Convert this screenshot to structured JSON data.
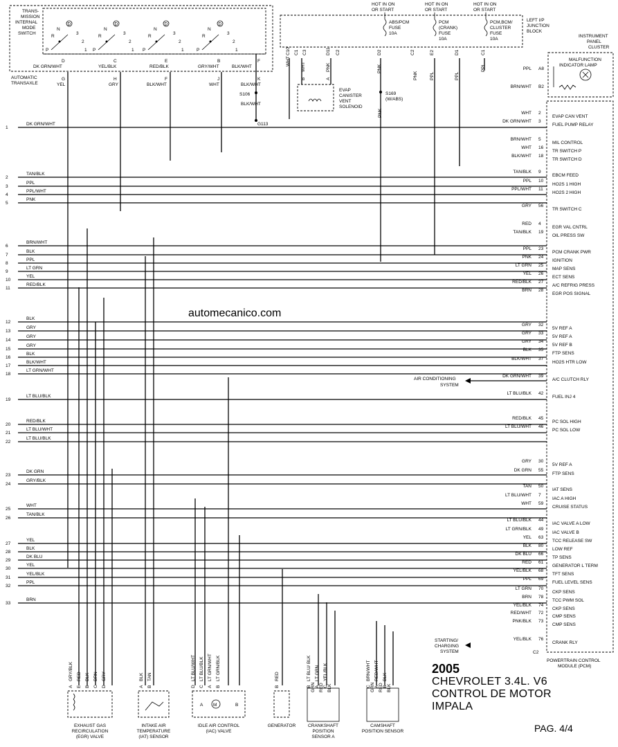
{
  "title": {
    "year": "2005",
    "line1": "CHEVROLET 3.4L. V6",
    "line2": "CONTROL DE MOTOR",
    "line3": "IMPALA"
  },
  "page": "PAG. 4/4",
  "watermark": "automecanico.com",
  "labels": {
    "trans_switch": [
      "TRANS-",
      "MISSION",
      "INTERNAL",
      "MODE",
      "SWITCH"
    ],
    "auto_transaxle": [
      "AUTOMATIC",
      "TRANSAXLE"
    ],
    "hot_run_start": [
      "HOT IN ON",
      "OR START"
    ],
    "fuse1": [
      "ABS/PCM",
      "FUSE",
      "10A"
    ],
    "fuse2": [
      "PCM",
      "(CRANK)",
      "FUSE",
      "10A"
    ],
    "fuse3": [
      "PCM,BCM/",
      "CLUSTER",
      "FUSE",
      "10A"
    ],
    "junction": [
      "LEFT I/P",
      "JUNCTION",
      "BLOCK"
    ],
    "cluster": [
      "INSTRUMENT",
      "PANEL",
      "CLUSTER"
    ],
    "mil": [
      "MALFUNCTION",
      "INDICATOR LAMP"
    ],
    "evap": [
      "EVAP",
      "CANISTER",
      "VENT",
      "SOLENOID"
    ],
    "s169": [
      "S169",
      "(W/ABS)"
    ],
    "s106": "S106",
    "g113": "G113",
    "pcm": [
      "POWERTRAIN CONTROL",
      "MODULE (PCM)"
    ],
    "ac_system": [
      "AIR CONDITIONING",
      "SYSTEM"
    ],
    "charging_system": [
      "STARTING/",
      "CHARGING",
      "SYSTEM"
    ],
    "c2": "C2",
    "mode_letters": {
      "d": "D",
      "n": "N",
      "r": "R",
      "p": "P",
      "n2": "2",
      "n1": "1",
      "n3": "3"
    }
  },
  "components": [
    {
      "name": "egr",
      "lines": [
        "EXHAUST GAS",
        "RECIRCULATION",
        "(EGR) VALVE"
      ]
    },
    {
      "name": "iat",
      "lines": [
        "INTAKE AIR",
        "TEMPERATURE",
        "(IAT) SENSOR"
      ]
    },
    {
      "name": "iac",
      "lines": [
        "IDLE AIR CONTROL",
        "(IAC) VALVE"
      ]
    },
    {
      "name": "generator",
      "lines": [
        "GENERATOR"
      ]
    },
    {
      "name": "ckp",
      "lines": [
        "CRANKSHAFT",
        "POSITION",
        "SENSOR A"
      ]
    },
    {
      "name": "cmp",
      "lines": [
        "CAMSHAFT",
        "POSITION SENSOR"
      ]
    }
  ],
  "switch_connector": [
    {
      "pin": "D",
      "wire": "DK GRN/WHT",
      "pin2": "G",
      "color2": "YEL"
    },
    {
      "pin": "C",
      "wire": "YEL/BLK",
      "pin2": "H",
      "color2": "GRY"
    },
    {
      "pin": "E",
      "wire": "RED/BLK",
      "pin2": "F",
      "color2": "BLK/WHT"
    },
    {
      "pin": "B",
      "wire": "GRY/WHT",
      "pin2": "J",
      "color2": "WHT"
    },
    {
      "pin": "F",
      "wire": "BLK/WHT",
      "pin2": "K",
      "color2": "BLK/WHT"
    }
  ],
  "s106_wire": "BLK/WHT",
  "top_wires": [
    {
      "conn": "C10",
      "color": "WHT"
    },
    {
      "conn": "C1",
      "pin": "B",
      "color": "WHT"
    },
    {
      "conn": "C3",
      "color": ""
    },
    {
      "conn": "D11",
      "pin": "A",
      "color": "PNK"
    },
    {
      "conn": "C2",
      "color": ""
    },
    {
      "conn": "D2",
      "color": "PNK"
    },
    {
      "conn": "C2",
      "color": "PNK"
    },
    {
      "conn": "E2",
      "color": "PPL"
    },
    {
      "conn": "D1",
      "color": "PPL"
    },
    {
      "conn": "C1",
      "color": "PPL"
    }
  ],
  "pnk_s169": "PNK",
  "pcm_pins": [
    {
      "color": "PPL",
      "pin": "A8",
      "func": ""
    },
    {
      "color": "BRN/WHT",
      "pin": "B2",
      "func": ""
    },
    {
      "color": "WHT",
      "pin": "2",
      "func": "EVAP CAN VENT"
    },
    {
      "color": "DK GRN/WHT",
      "pin": "3",
      "func": "FUEL PUMP RELAY"
    },
    {
      "color": "BRN/WHT",
      "pin": "5",
      "func": "MIL CONTROL"
    },
    {
      "color": "WHT",
      "pin": "16",
      "func": "TR SWITCH P"
    },
    {
      "color": "BLK/WHT",
      "pin": "18",
      "func": "TR SWITCH D"
    },
    {
      "color": "TAN/BLK",
      "pin": "9",
      "func": "EBCM FEED"
    },
    {
      "color": "PPL",
      "pin": "10",
      "func": "HO2S 1 HIGH"
    },
    {
      "color": "PPL/WHT",
      "pin": "11",
      "func": "HO2S 2 HIGH"
    },
    {
      "color": "GRY",
      "pin": "56",
      "func": "TR SWITCH C"
    },
    {
      "color": "RED",
      "pin": "4",
      "func": "EGR VAL CNTRL"
    },
    {
      "color": "TAN/BLK",
      "pin": "19",
      "func": "OIL PRESS SW"
    },
    {
      "color": "PPL",
      "pin": "23",
      "func": "PCM CRANK PWR"
    },
    {
      "color": "PNK",
      "pin": "24",
      "func": "IGNITION"
    },
    {
      "color": "LT GRN",
      "pin": "25",
      "func": "MAP SENS"
    },
    {
      "color": "YEL",
      "pin": "26",
      "func": "ECT SENS"
    },
    {
      "color": "RED/BLK",
      "pin": "27",
      "func": "A/C REFRIG PRESS"
    },
    {
      "color": "BRN",
      "pin": "28",
      "func": "EGR POS SIGNAL"
    },
    {
      "color": "GRY",
      "pin": "32",
      "func": "5V REF A"
    },
    {
      "color": "GRY",
      "pin": "33",
      "func": "5V REF A"
    },
    {
      "color": "GRY",
      "pin": "34",
      "func": "5V REF B"
    },
    {
      "color": "BLK",
      "pin": "35",
      "func": "FTP SENS"
    },
    {
      "color": "BLK/WHT",
      "pin": "37",
      "func": "HO2S HTR LOW"
    },
    {
      "color": "DK GRN/WHT",
      "pin": "39",
      "func": "A/C CLUTCH RLY"
    },
    {
      "color": "LT BLU/BLK",
      "pin": "42",
      "func": "FUEL INJ 4"
    },
    {
      "color": "RED/BLK",
      "pin": "45",
      "func": "PC SOL HIGH"
    },
    {
      "color": "LT BLU/WHT",
      "pin": "46",
      "func": "PC SOL LOW"
    },
    {
      "color": "GRY",
      "pin": "30",
      "func": "5V REF A"
    },
    {
      "color": "DK GRN",
      "pin": "55",
      "func": "FTP SENS"
    },
    {
      "color": "TAN",
      "pin": "50",
      "func": "IAT SENS"
    },
    {
      "color": "LT BLU/WHT",
      "pin": "7",
      "func": "IAC A HIGH"
    },
    {
      "color": "WHT",
      "pin": "59",
      "func": "CRUISE STATUS"
    },
    {
      "color": "LT BLU/BLK",
      "pin": "44",
      "func": "IAC VALVE A LOW"
    },
    {
      "color": "LT GRN/BLK",
      "pin": "49",
      "func": "IAC VALVE B"
    },
    {
      "color": "YEL",
      "pin": "63",
      "func": "TCC RELEASE SW"
    },
    {
      "color": "BLK",
      "pin": "80",
      "func": "LOW REF"
    },
    {
      "color": "DK BLU",
      "pin": "66",
      "func": "TP SENS"
    },
    {
      "color": "RED",
      "pin": "61",
      "func": "GENERATOR L TERM"
    },
    {
      "color": "YEL/BLK",
      "pin": "68",
      "func": "TFT SENS"
    },
    {
      "color": "PPL",
      "pin": "69",
      "func": "FUEL LEVEL SENS"
    },
    {
      "color": "LT GRN",
      "pin": "70",
      "func": "CKP SENS"
    },
    {
      "color": "BRN",
      "pin": "78",
      "func": "TCC PWM SOL"
    },
    {
      "color": "YEL/BLK",
      "pin": "74",
      "func": "CKP SENS"
    },
    {
      "color": "RED/WHT",
      "pin": "72",
      "func": "CMP SENS"
    },
    {
      "color": "PNK/BLK",
      "pin": "73",
      "func": "CMP SENS"
    },
    {
      "color": "YEL/BLK",
      "pin": "76",
      "func": "CRANK RLY"
    }
  ],
  "left_wires": [
    {
      "n": "1",
      "color": "DK GRN/WHT"
    },
    {
      "n": "2",
      "color": "TAN/BLK"
    },
    {
      "n": "3",
      "color": "PPL"
    },
    {
      "n": "4",
      "color": "PPL/WHT"
    },
    {
      "n": "5",
      "color": "PNK"
    },
    {
      "n": "6",
      "color": "BRN/WHT"
    },
    {
      "n": "7",
      "color": "BLK"
    },
    {
      "n": "8",
      "color": "PPL"
    },
    {
      "n": "9",
      "color": "LT GRN"
    },
    {
      "n": "10",
      "color": "YEL"
    },
    {
      "n": "11",
      "color": "RED/BLK"
    },
    {
      "n": "12",
      "color": "BLK"
    },
    {
      "n": "13",
      "color": "GRY"
    },
    {
      "n": "14",
      "color": "GRY"
    },
    {
      "n": "15",
      "color": "GRY"
    },
    {
      "n": "16",
      "color": "BLK"
    },
    {
      "n": "17",
      "color": "BLK/WHT"
    },
    {
      "n": "18",
      "color": "LT GRN/WHT"
    },
    {
      "n": "19",
      "color": "LT BLU/BLK"
    },
    {
      "n": "20",
      "color": "RED/BLK"
    },
    {
      "n": "21",
      "color": "LT BLU/WHT"
    },
    {
      "n": "22",
      "color": "LT BLU/BLK"
    },
    {
      "n": "23",
      "color": "DK GRN"
    },
    {
      "n": "24",
      "color": "GRY/BLK"
    },
    {
      "n": "25",
      "color": "WHT"
    },
    {
      "n": "26",
      "color": "TAN/BLK"
    },
    {
      "n": "27",
      "color": "YEL"
    },
    {
      "n": "28",
      "color": "BLK"
    },
    {
      "n": "29",
      "color": "DK BLU"
    },
    {
      "n": "30",
      "color": "YEL"
    },
    {
      "n": "31",
      "color": "YEL/BLK"
    },
    {
      "n": "32",
      "color": "PPL"
    },
    {
      "n": "33",
      "color": "BRN"
    }
  ],
  "bottom_connectors": [
    {
      "comp": "egr",
      "pins": [
        {
          "p": "A",
          "c": "GRY/BLK"
        },
        {
          "p": "E",
          "c": "RED"
        },
        {
          "p": "B",
          "c": "BLK"
        },
        {
          "p": "C",
          "c": "BRN"
        },
        {
          "p": "D",
          "c": "GRY"
        }
      ]
    },
    {
      "comp": "iat",
      "pins": [
        {
          "p": "A",
          "c": "BLK"
        },
        {
          "p": "B",
          "c": "TAN"
        }
      ]
    },
    {
      "comp": "iac",
      "pins": [
        {
          "p": "D",
          "c": "LT BLU/WHT"
        },
        {
          "p": "C",
          "c": "LT BLU/BLK"
        },
        {
          "p": "A",
          "c": "LT GRN/WHT"
        },
        {
          "p": "B",
          "c": "LT GRN/BLK"
        }
      ]
    },
    {
      "comp": "generator",
      "pins": [
        {
          "p": "B",
          "c": "RED"
        }
      ]
    },
    {
      "comp": "ckp",
      "pins": [
        {
          "p": "B",
          "c": "LT BLU/ BLK"
        },
        {
          "p": "A",
          "c": "LT GRN"
        },
        {
          "p": "C",
          "c": "YEL/BLK"
        }
      ]
    },
    {
      "comp": "cmp",
      "pins": [
        {
          "p": "C",
          "c": "BRN/WHT"
        },
        {
          "p": "A",
          "c": "RED/WHT"
        },
        {
          "p": "B",
          "c": "BLK"
        }
      ]
    }
  ],
  "ckp_housing": [
    "GRN",
    "RED",
    "BLK"
  ],
  "cmp_housing": [
    "GRN",
    "RED",
    "BLK"
  ],
  "iac_coils": {
    "a": "A",
    "m": "M",
    "b": "B"
  }
}
